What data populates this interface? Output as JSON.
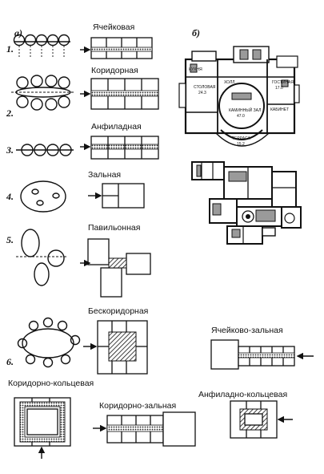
{
  "panel_labels": {
    "a": "а)",
    "b": "б)"
  },
  "schemes": [
    {
      "num": "1.",
      "label": "Ячейковая"
    },
    {
      "num": "2.",
      "label": "Коридорная"
    },
    {
      "num": "3.",
      "label": "Анфиладная"
    },
    {
      "num": "4.",
      "label": "Зальная"
    },
    {
      "num": "5.",
      "label": "Павильонная"
    },
    {
      "num": "6.",
      "label": "Бескоридорная"
    }
  ],
  "extra_schemes": [
    {
      "label": "Ячейково-зальная"
    },
    {
      "label": "Коридорно-кольцевая"
    },
    {
      "label": "Коридорно-зальная"
    },
    {
      "label": "Анфиладно-кольцевая"
    }
  ],
  "plan_rooms": {
    "dining": "СТОЛОВАЯ",
    "dining_area": "24.3",
    "hall": "КАМИННЫЙ ЗАЛ",
    "hall_area": "47.0",
    "terrace": "ТЕРРАСА",
    "terrace_area": "15.2",
    "guest": "ГОСТИНАЯ",
    "guest_area": "17.0",
    "kitchen": "КУХНЯ",
    "cabinet": "КАБИНЕТ",
    "lobby": "ХОЛЛ"
  }
}
